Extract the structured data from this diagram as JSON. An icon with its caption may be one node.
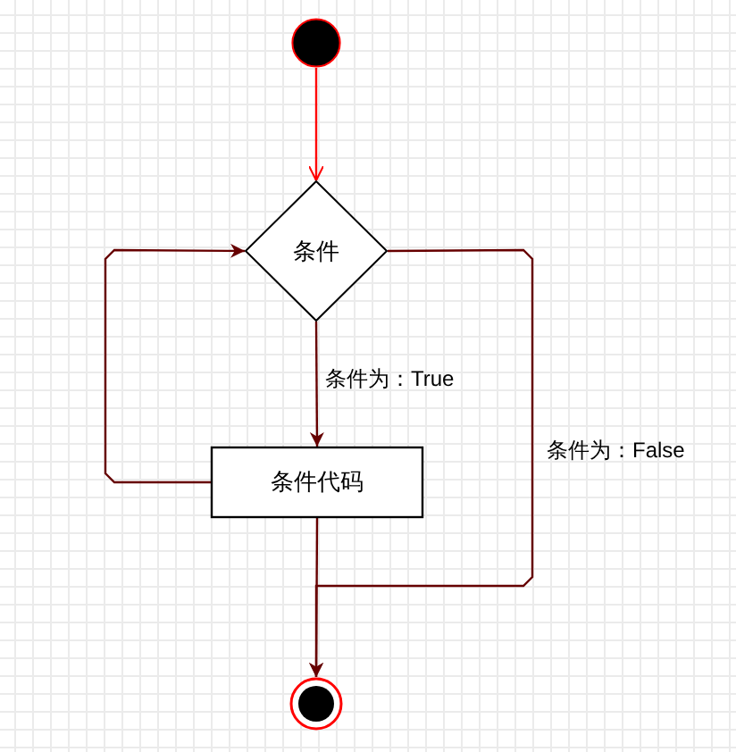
{
  "diagram": {
    "nodes": [
      {
        "text": [],
        "shape": "circle"
      },
      {
        "text": [
          "条件"
        ]
      },
      {
        "text": [
          "条件代码"
        ]
      },
      {
        "text": [],
        "shape": "circle"
      }
    ],
    "edges": [
      {
        "from": 0,
        "to": 1,
        "arrow": "to",
        "color": "#ff0000"
      },
      {
        "from": 1,
        "to": 2,
        "arrow": "to",
        "label": "条件为：True"
      },
      {
        "from": 2,
        "to": 1,
        "arrow": "to"
      },
      {
        "from": 1,
        "to": 3,
        "arrow": "to",
        "label": "条件为：False"
      },
      {
        "from": 2,
        "to": 3,
        "arrow": "to"
      }
    ]
  }
}
